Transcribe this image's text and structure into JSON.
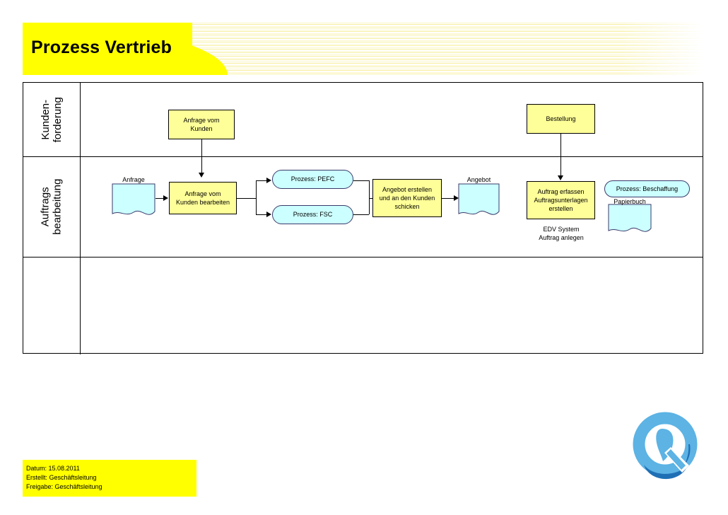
{
  "header": {
    "title": "Prozess Vertrieb",
    "accent_color": "#ffff00",
    "stripe_color": "#f7f0a0"
  },
  "lanes": [
    {
      "id": "kundenforderung",
      "label_line1": "Kunden-",
      "label_line2": "forderung"
    },
    {
      "id": "auftragsbearbeitung",
      "label_line1": "Auftrags",
      "label_line2": "bearbeitung"
    },
    {
      "id": "empty-lane",
      "label_line1": "",
      "label_line2": ""
    }
  ],
  "flow": {
    "lane1": {
      "anfrage_vom_kunden": {
        "label_line1": "Anfrage vom",
        "label_line2": "Kunden",
        "type": "process-box"
      },
      "bestellung": {
        "label": "Bestellung",
        "type": "process-box"
      }
    },
    "lane2": {
      "anfrage_doc": {
        "label": "Anfrage",
        "type": "document"
      },
      "anfrage_bearbeiten": {
        "label_line1": "Anfrage vom",
        "label_line2": "Kunden bearbeiten",
        "type": "process-box"
      },
      "prozess_pefc": {
        "label": "Prozess: PEFC",
        "type": "subprocess"
      },
      "prozess_fsc": {
        "label": "Prozess: FSC",
        "type": "subprocess"
      },
      "angebot_erstellen": {
        "label_line1": "Angebot erstellen",
        "label_line2": "und an den Kunden",
        "label_line3": "schicken",
        "type": "process-box"
      },
      "angebot_doc": {
        "label": "Angebot",
        "type": "document"
      },
      "auftrag_erfassen": {
        "label_line1": "Auftrag erfassen",
        "label_line2": "Auftragsunterlagen",
        "label_line3": "erstellen",
        "type": "process-box"
      },
      "edv_caption": {
        "line1": "EDV System",
        "line2": "Auftrag anlegen"
      },
      "prozess_beschaffung": {
        "label": "Prozess: Beschaffung",
        "type": "subprocess"
      },
      "papierbuch_doc": {
        "label": "Papierbuch",
        "type": "document"
      }
    }
  },
  "colors": {
    "process_fill": "#ffff99",
    "document_fill": "#ccffff",
    "subprocess_fill": "#ccffff",
    "line": "#000000",
    "logo_light": "#5cb3e4",
    "logo_dark": "#1f6fb5"
  },
  "footer": {
    "datum": "Datum: 15.08.2011",
    "erstellt": "Erstellt: Geschäftsleitung",
    "freigabe": "Freigabe: Geschäftsleitung"
  },
  "logo": {
    "letter": "Q",
    "name": "quality-q-logo"
  }
}
